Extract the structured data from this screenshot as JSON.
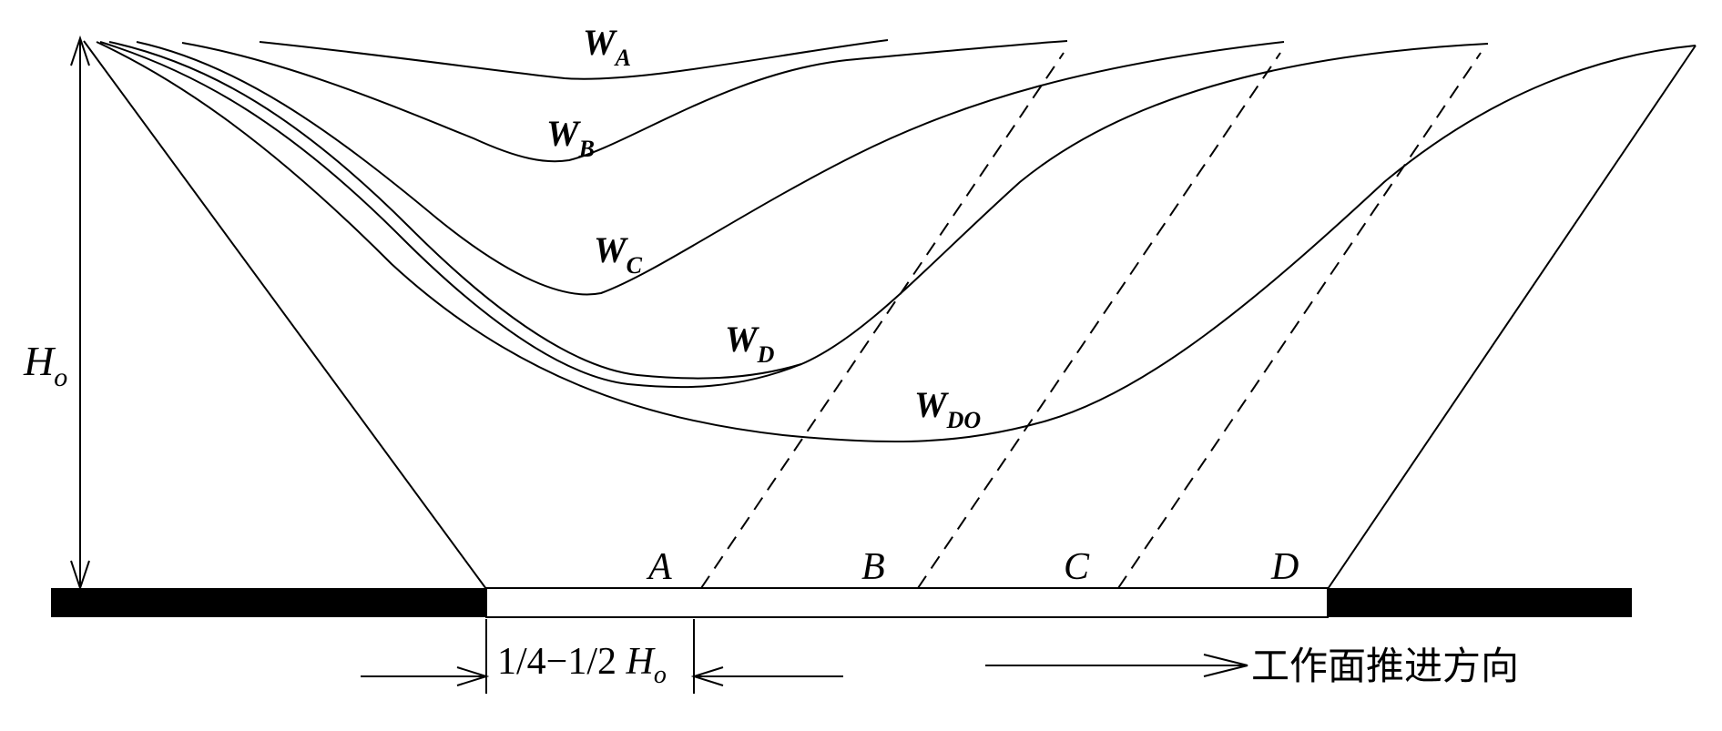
{
  "height_label": {
    "main": "H",
    "sub": "o"
  },
  "curves": [
    {
      "main": "W",
      "sub": "A"
    },
    {
      "main": "W",
      "sub": "B"
    },
    {
      "main": "W",
      "sub": "C"
    },
    {
      "main": "W",
      "sub": "D"
    },
    {
      "main": "W",
      "sub": "DO"
    }
  ],
  "face_positions": [
    "A",
    "B",
    "C",
    "D"
  ],
  "distance_label": {
    "text": "1/4−1/2 ",
    "main": "H",
    "sub": "o"
  },
  "direction_label": "工作面推进方向",
  "colors": {
    "ink": "#000000",
    "paper": "#ffffff"
  }
}
